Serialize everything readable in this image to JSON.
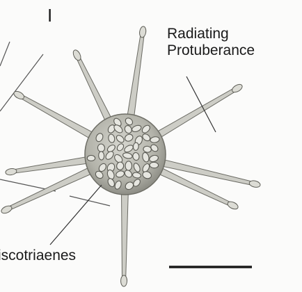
{
  "figure": {
    "panel_label": "I",
    "labels": {
      "radiating_line1": "Radiating",
      "radiating_line2": "Protuberance",
      "discotriaenes": "iscotriaenes"
    },
    "colors": {
      "background": "#fbfbfa",
      "ink": "#1a1a1a",
      "body_fill": "#b9b9b1",
      "spine_fill": "#cfcfc8",
      "plate_fill": "#e8e8e2"
    },
    "icons": {
      "organism": "sponge-larva-illustration",
      "scale_bar": "scale-bar"
    }
  }
}
